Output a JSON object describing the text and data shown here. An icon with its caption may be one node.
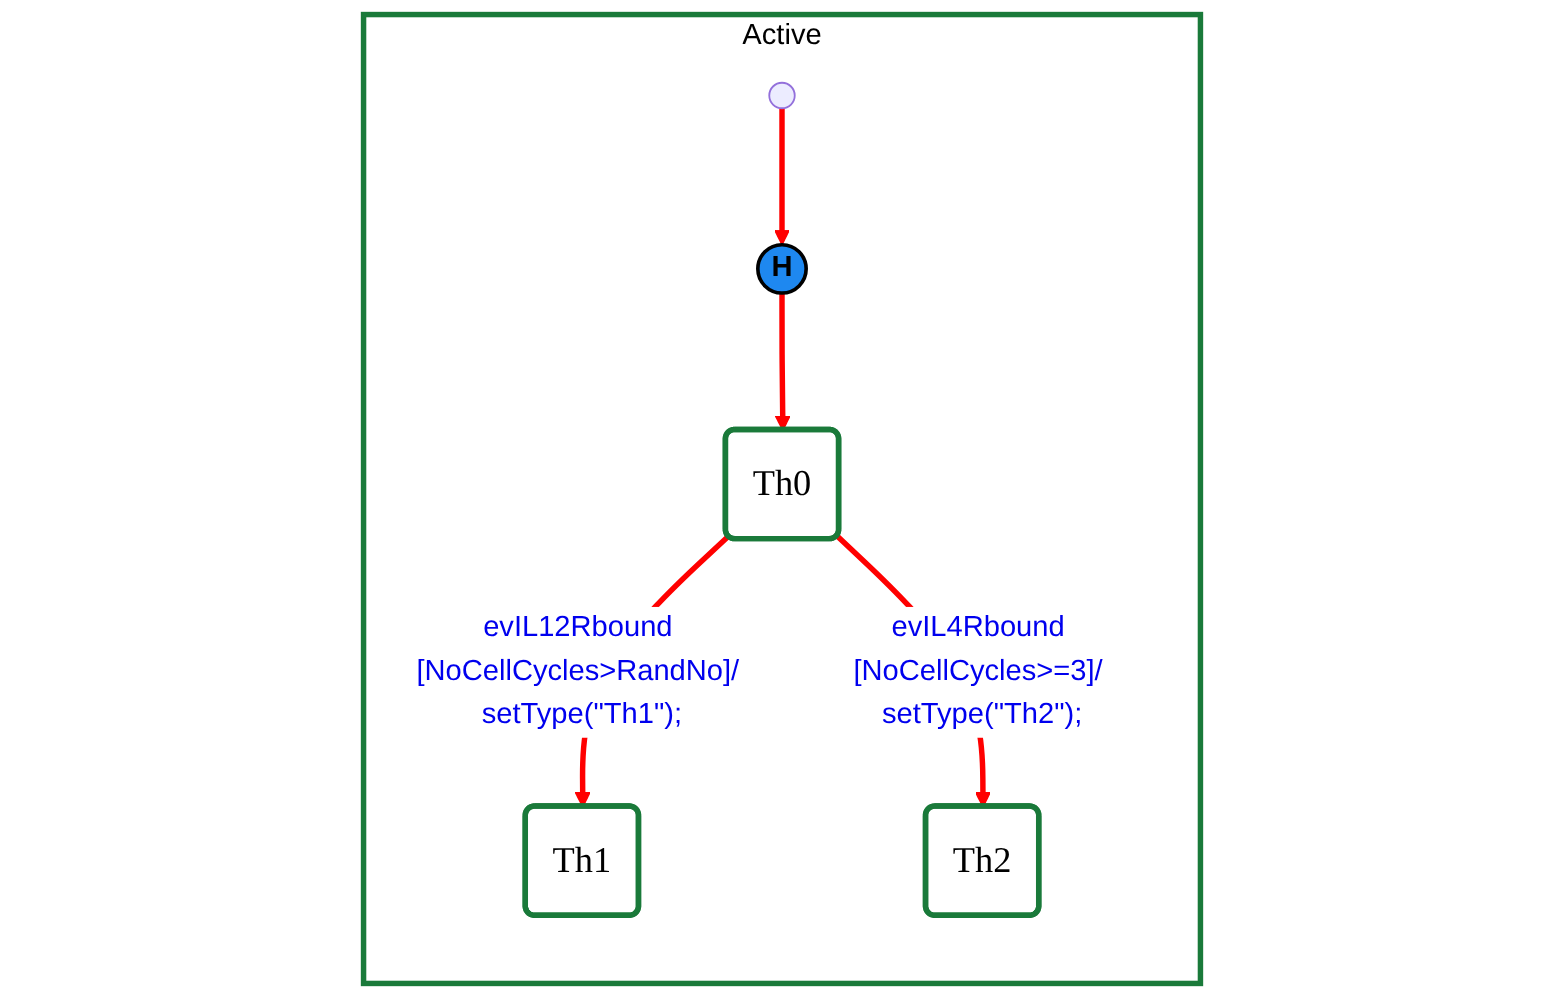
{
  "diagram": {
    "nodes": [
      {
        "text": [
          "Active"
        ]
      },
      {
        "text": [],
        "shape": "circle",
        "in": 0
      },
      {
        "text": [
          "H"
        ],
        "in": 0
      },
      {
        "text": [
          "Th0"
        ],
        "in": 0
      },
      {
        "text": [
          "Th1"
        ],
        "in": 0
      },
      {
        "text": [
          "Th2"
        ],
        "in": 0
      }
    ],
    "edges": [
      {
        "from": 1,
        "to": 2,
        "arrow": "to"
      },
      {
        "from": 2,
        "to": 3,
        "arrow": "to"
      },
      {
        "from": 3,
        "to": 4,
        "arrow": "to",
        "label": "evIL12Rbound [NoCellCycles>RandNo]/ setType(\"Th1\");"
      },
      {
        "from": 3,
        "to": 5,
        "arrow": "to",
        "label": "evIL4Rbound [NoCellCycles>=3]/ setType(\"Th2\");"
      }
    ]
  }
}
